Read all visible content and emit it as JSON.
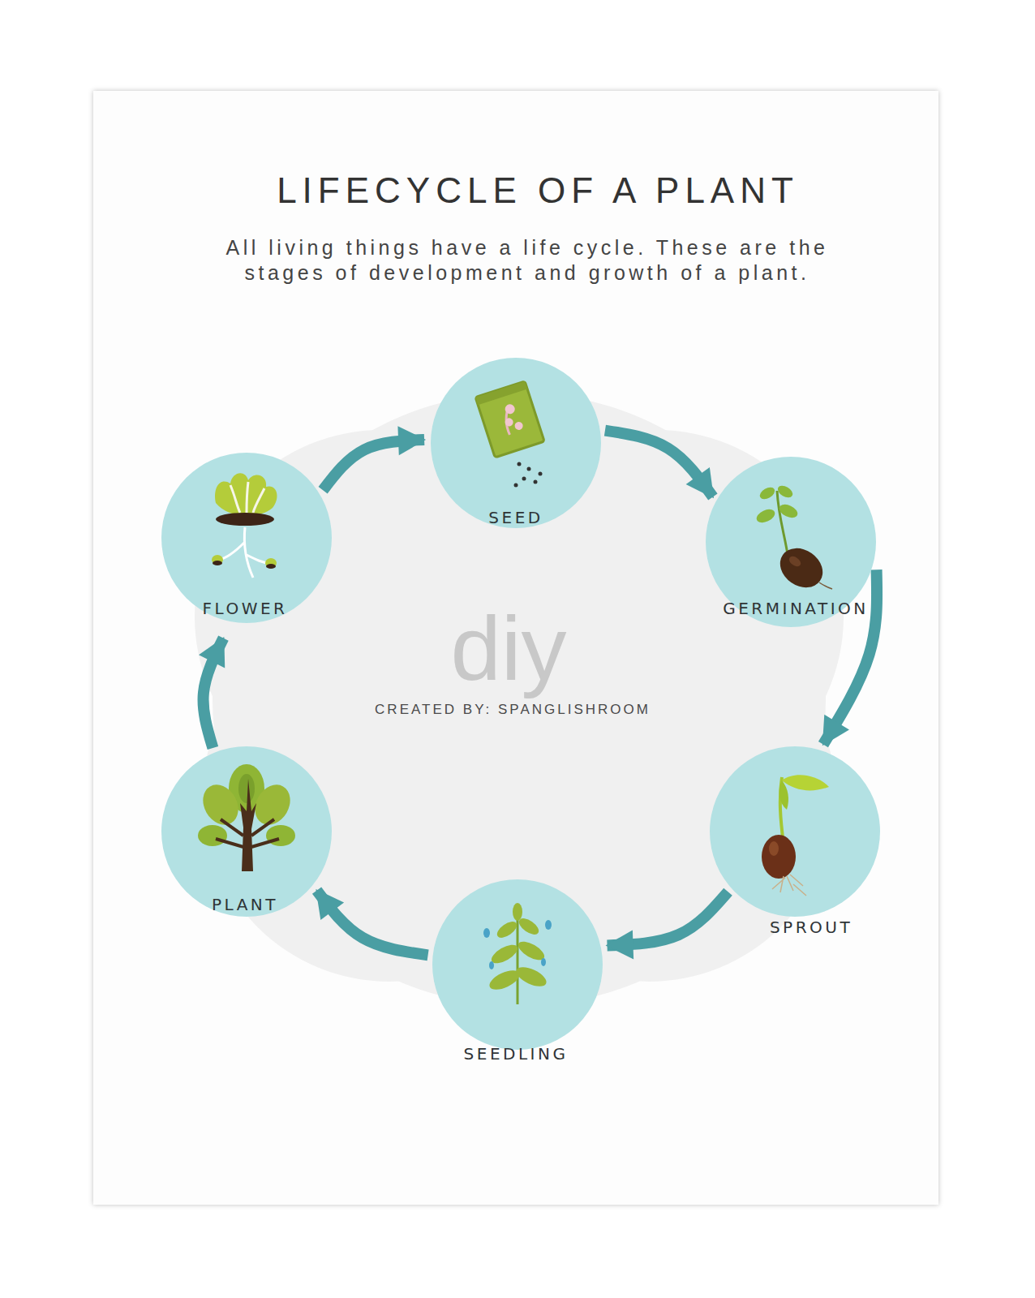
{
  "diagram": {
    "title": "LIFECYCLE OF A PLANT",
    "nodes": [
      {
        "text": [
          "SEED"
        ]
      },
      {
        "text": [
          "GERMINATION"
        ]
      },
      {
        "text": [
          "SPROUT"
        ]
      },
      {
        "text": [
          "SEEDLING"
        ]
      },
      {
        "text": [
          "PLANT"
        ]
      },
      {
        "text": [
          "FLOWER"
        ]
      }
    ],
    "edges": [
      {
        "from": 0,
        "to": 1,
        "arrow": "to"
      },
      {
        "from": 1,
        "to": 2,
        "arrow": "to"
      },
      {
        "from": 2,
        "to": 3,
        "arrow": "to"
      },
      {
        "from": 3,
        "to": 4,
        "arrow": "to"
      },
      {
        "from": 4,
        "to": 5,
        "arrow": "to"
      },
      {
        "from": 5,
        "to": 0,
        "arrow": "to"
      }
    ],
    "labels": [
      "All living things have a life cycle. These are the stages of development and growth of a plant.",
      "diy",
      "CREATED BY: SPANGLISHROOM"
    ]
  }
}
